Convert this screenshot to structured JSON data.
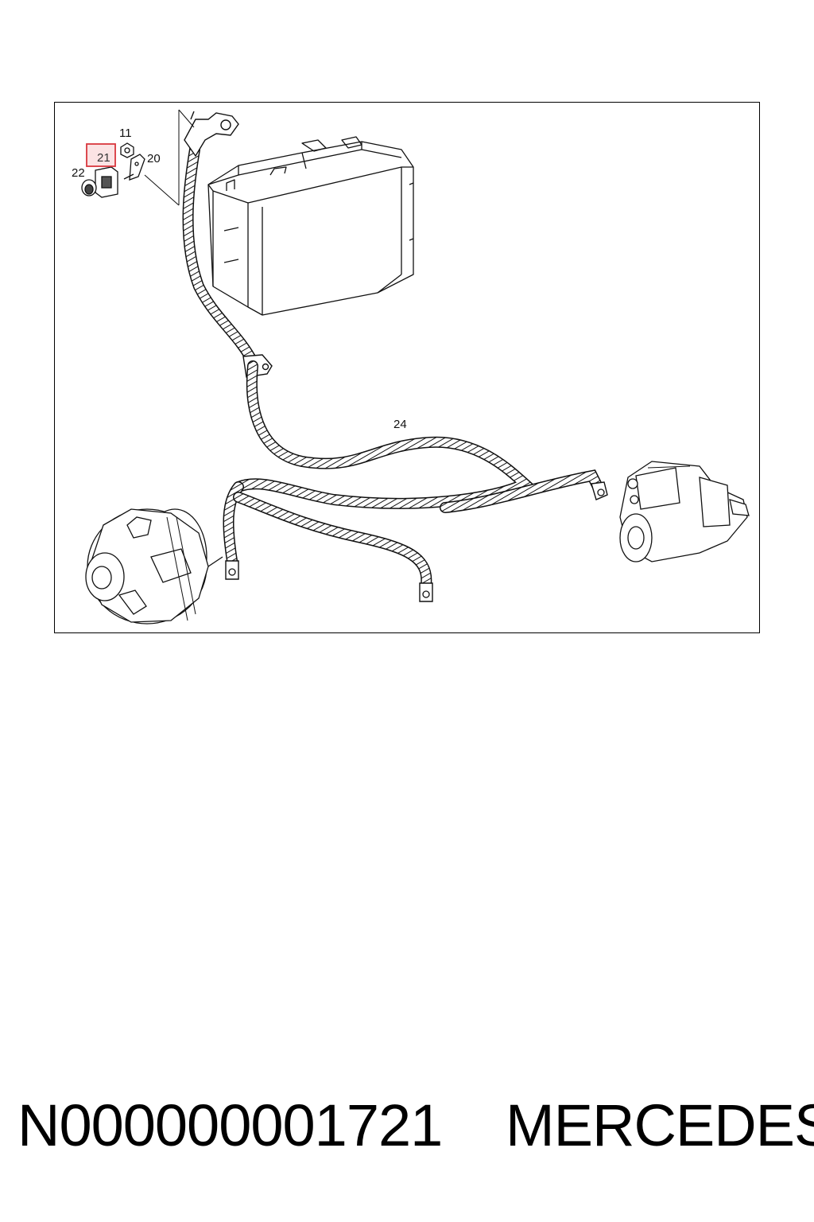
{
  "diagram": {
    "callouts": {
      "c11": "11",
      "c20": "20",
      "c21": "21",
      "c22": "22",
      "c24": "24"
    },
    "highlighted_callout": "21",
    "highlight_color": "#d9363e",
    "highlight_fill": "#fbe3e4"
  },
  "caption": {
    "part_number": "N000000001721",
    "brand": "MERCEDES"
  }
}
